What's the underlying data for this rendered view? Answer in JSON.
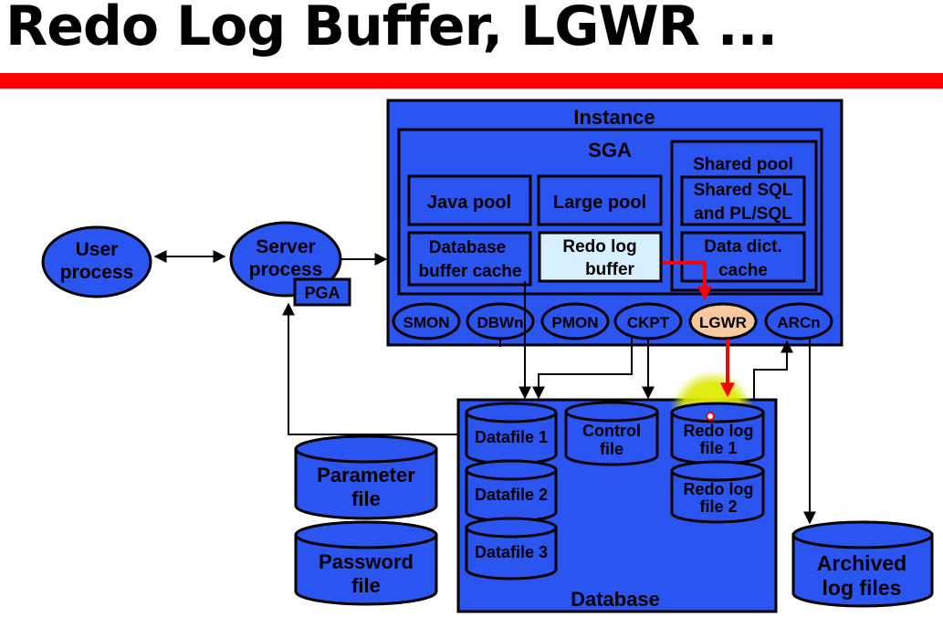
{
  "title": "Redo Log Buffer, LGWR ...",
  "colors": {
    "rule": "#ff0000",
    "box_fill": "#2b55f0",
    "buffer_fill": "#d6f0ff",
    "lgwr_fill": "#f8c9a0",
    "highlight": "#dde800",
    "arrow_flow": "#ff0000",
    "line": "#000000"
  },
  "instance": {
    "label": "Instance",
    "sga": {
      "label": "SGA",
      "java_pool": "Java pool",
      "large_pool": "Large pool",
      "db_buffer_cache": [
        "Database",
        "buffer cache"
      ],
      "redo_log_buffer": [
        "Redo log",
        "buffer"
      ],
      "shared_pool": {
        "label": "Shared pool",
        "shared_sql": [
          "Shared SQL",
          "and PL/SQL"
        ],
        "data_dict": [
          "Data dict.",
          "cache"
        ]
      }
    },
    "processes": [
      "SMON",
      "DBWn",
      "PMON",
      "CKPT",
      "LGWR",
      "ARCn"
    ]
  },
  "user_process": [
    "User",
    "process"
  ],
  "server_process": [
    "Server",
    "process"
  ],
  "pga": "PGA",
  "parameter_file": [
    "Parameter",
    "file"
  ],
  "password_file": [
    "Password",
    "file"
  ],
  "database": {
    "label": "Database",
    "datafiles": [
      "Datafile 1",
      "Datafile 2",
      "Datafile 3"
    ],
    "control_file": [
      "Control",
      "file"
    ],
    "redo_log_file_1": [
      "Redo log",
      "file 1"
    ],
    "redo_log_file_2": [
      "Redo log",
      "file 2"
    ]
  },
  "archived_log_files": [
    "Archived",
    "log files"
  ]
}
